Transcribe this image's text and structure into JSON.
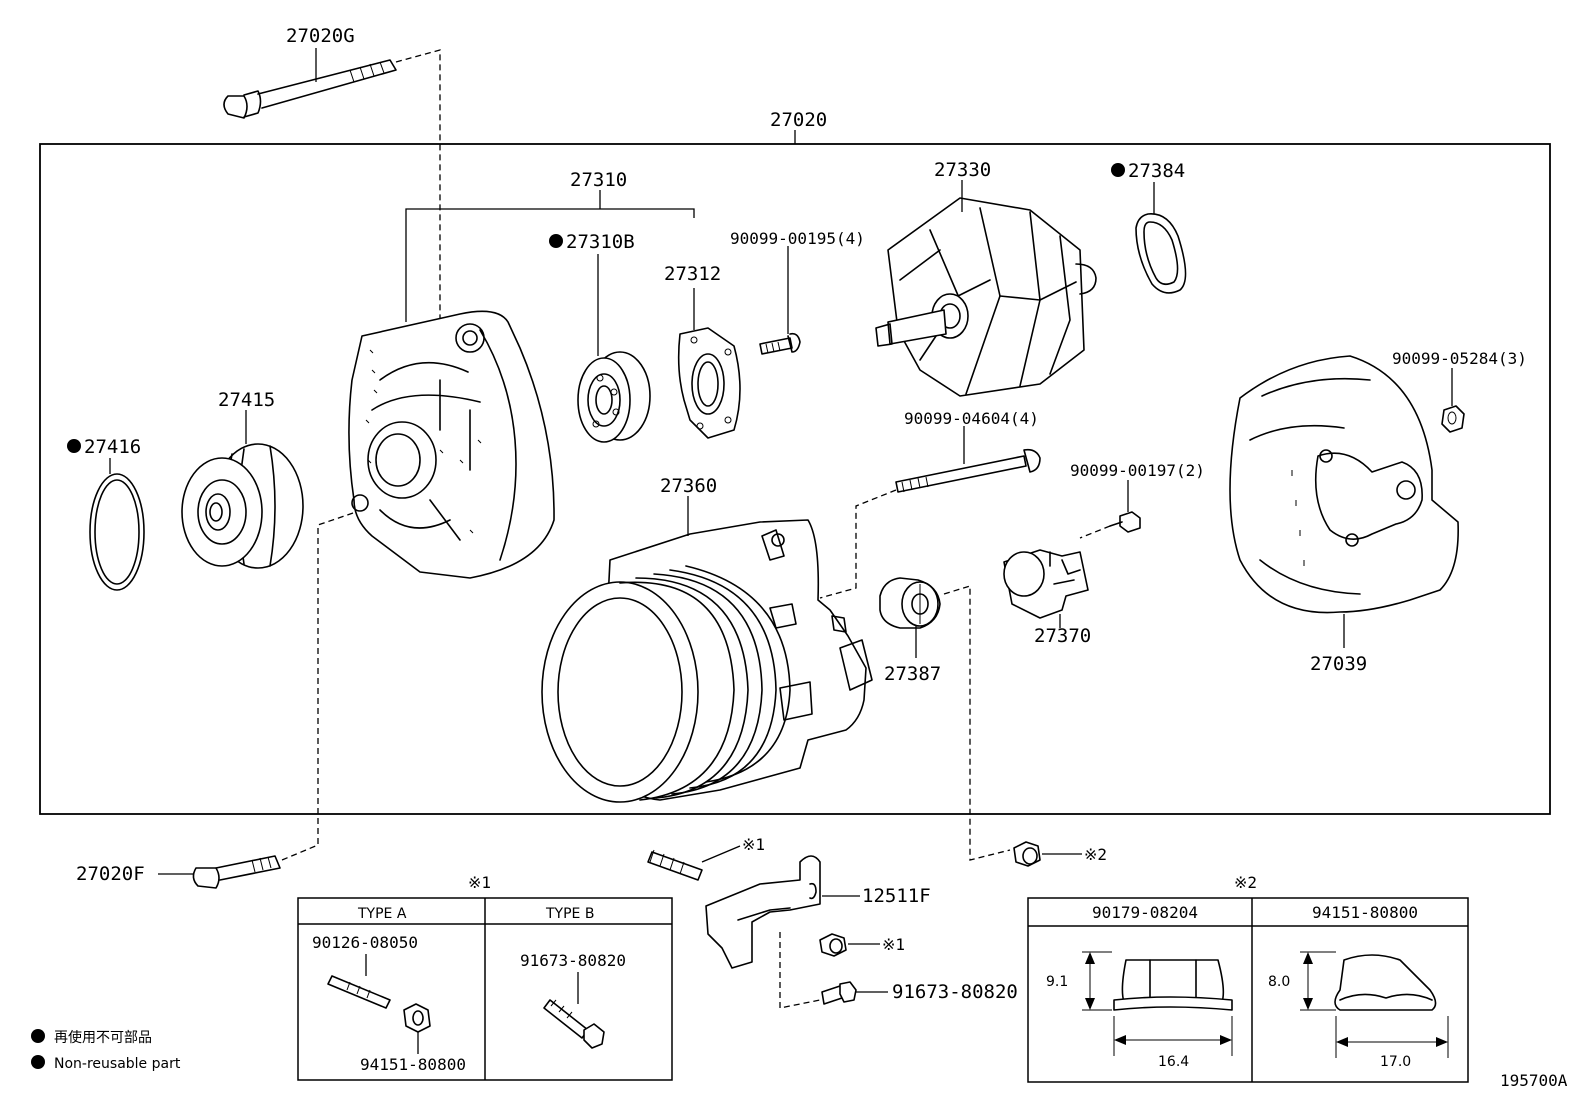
{
  "labels": {
    "assembly": "27020",
    "bolt_top": "27020G",
    "bolt_bottom": "27020F",
    "drive_frame": "27310",
    "bearing": "27310B",
    "retainer": "27312",
    "screw_4": "90099-00195(4)",
    "rotor": "27330",
    "bearing_cover": "27384",
    "nut_3": "90099-05284(3)",
    "pulley": "27415",
    "ring": "27416",
    "through_bolt_4": "90099-04604(4)",
    "screw_2": "90099-00197(2)",
    "stator_frame": "27360",
    "regulator": "27370",
    "insulator": "27387",
    "rear_cover": "27039",
    "bracket": "12511F",
    "bracket_bolt": "91673-80820",
    "note1_a": "※1",
    "note1_b": "※1",
    "note2_a": "※2",
    "diagram_id": "195700A"
  },
  "table1": {
    "mark": "※1",
    "type_a": "TYPE A",
    "type_b": "TYPE B",
    "a_stud": "90126-08050",
    "a_nut": "94151-80800",
    "b_bolt": "91673-80820"
  },
  "table2": {
    "mark": "※2",
    "col1": "90179-08204",
    "col2": "94151-80800",
    "h1": "9.1",
    "w1": "16.4",
    "h2": "8.0",
    "w2": "17.0"
  },
  "legend": {
    "jp": "再使用不可部品",
    "en": "Non-reusable part"
  }
}
